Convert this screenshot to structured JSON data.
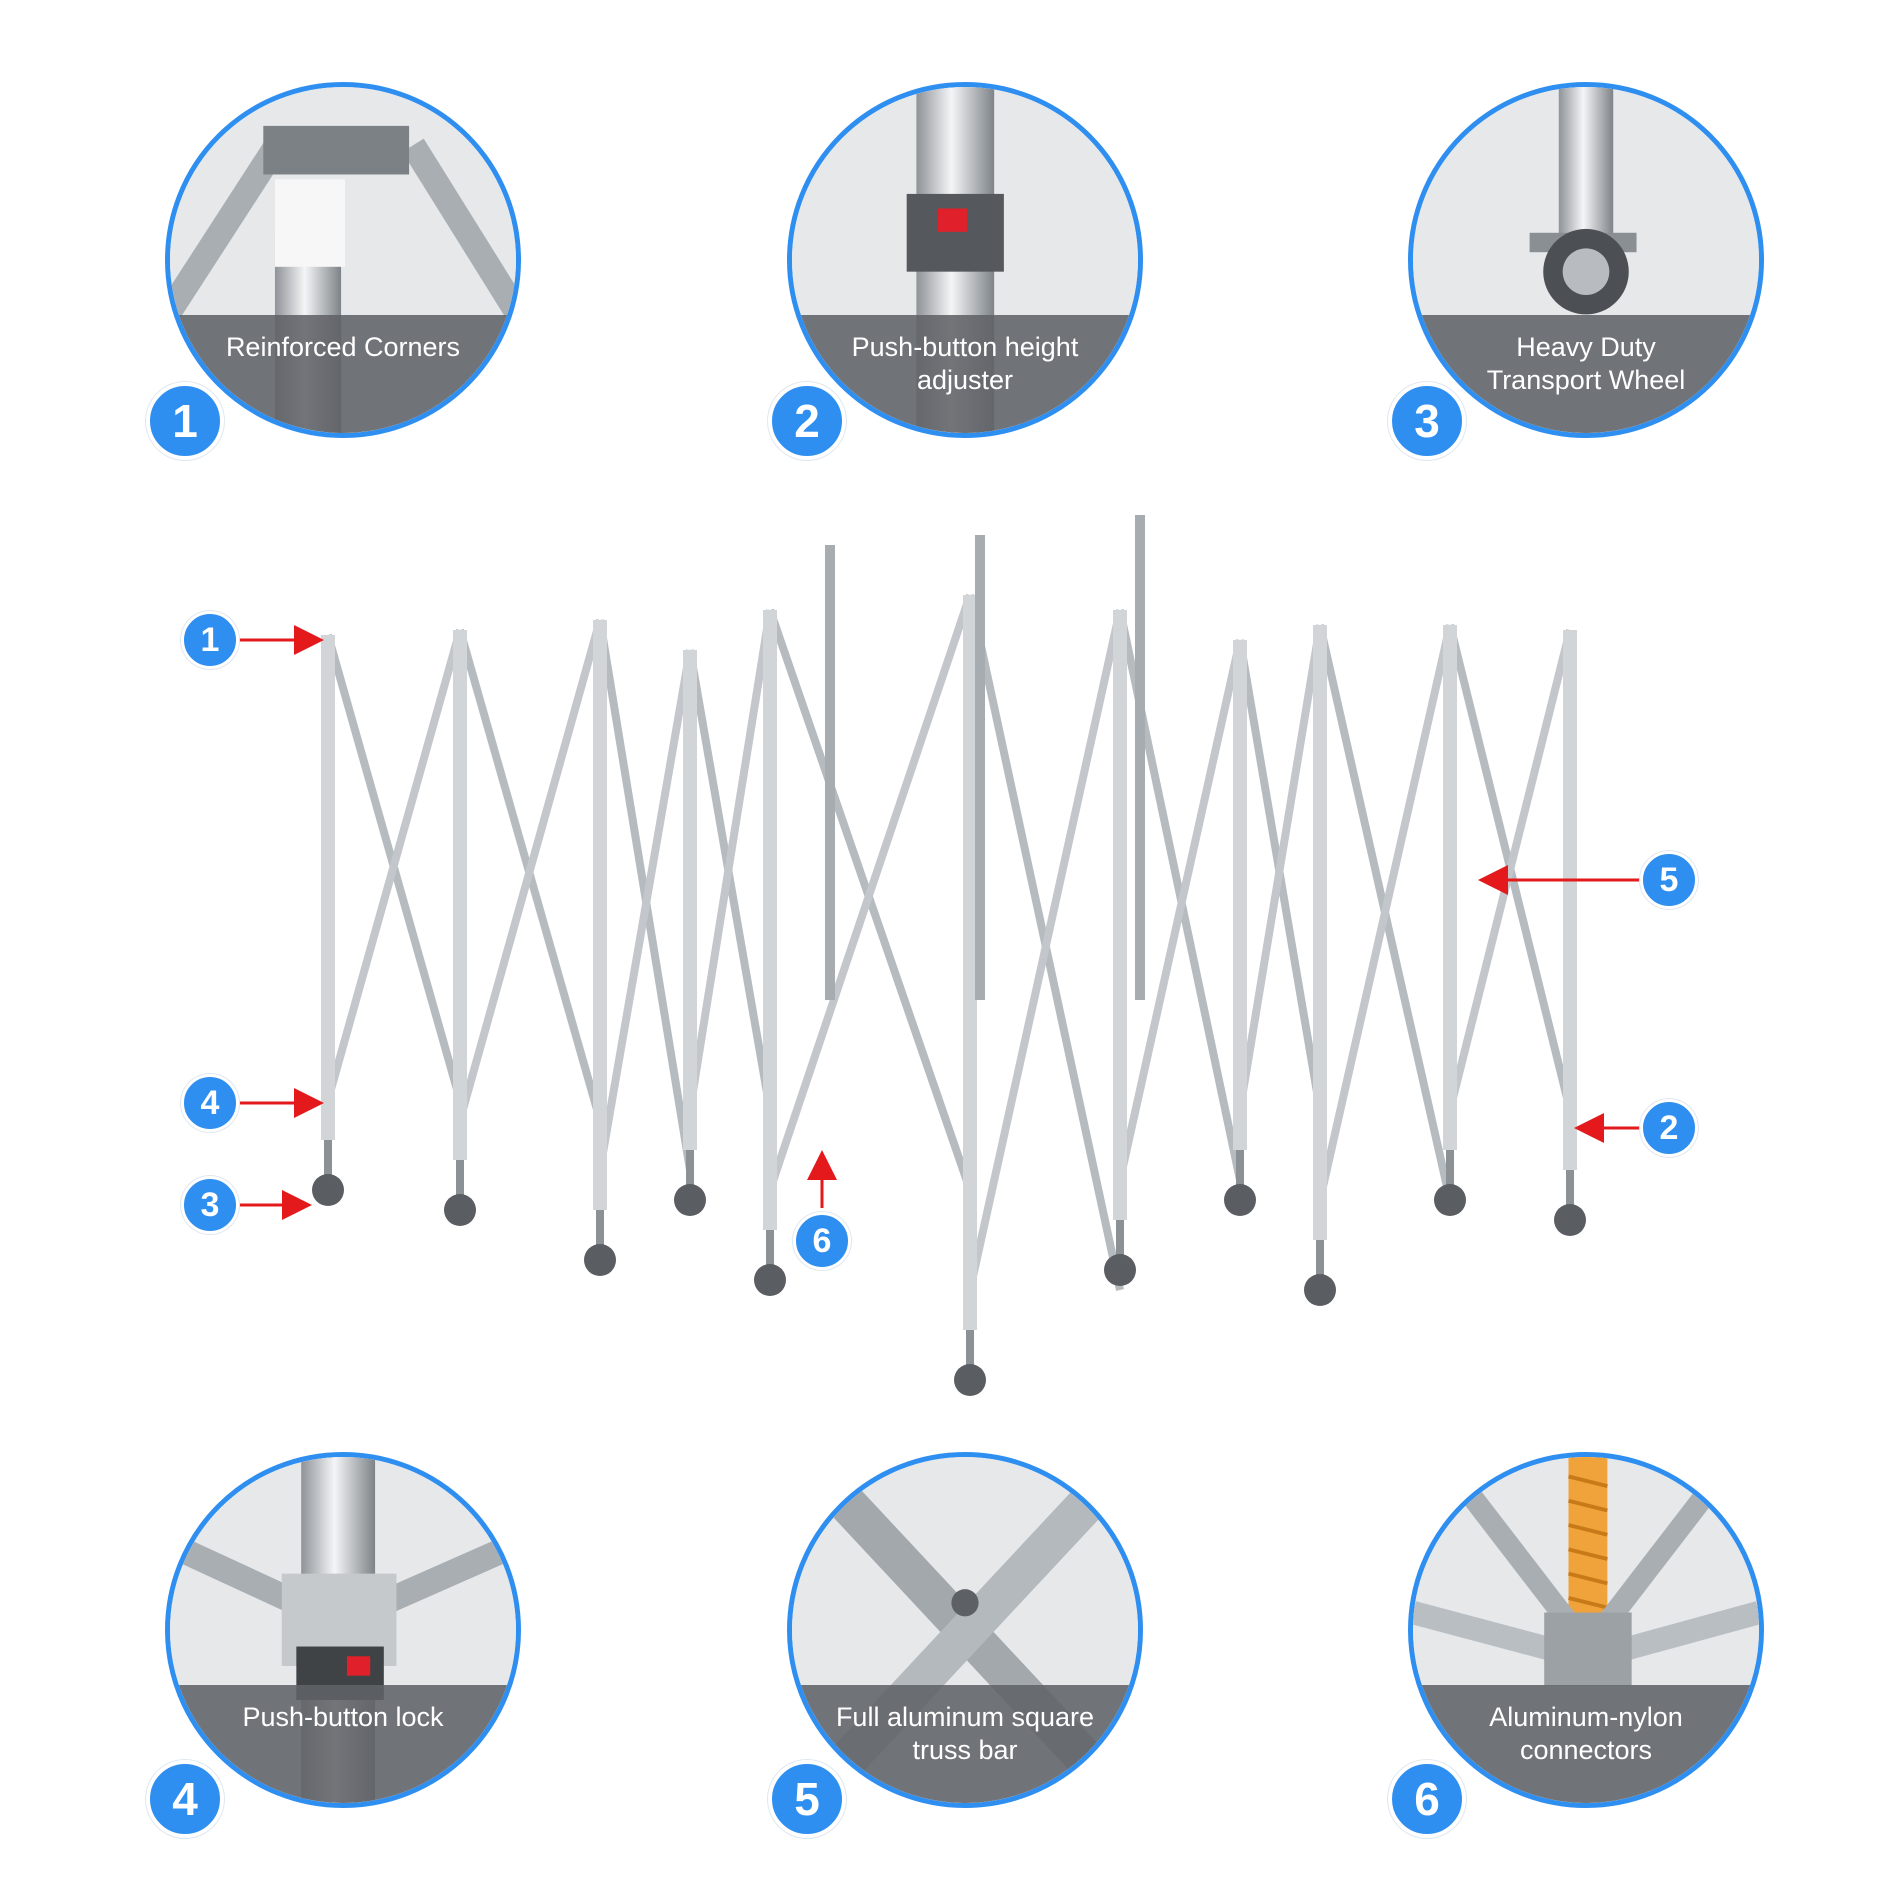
{
  "accent_color": "#2f8ff0",
  "arrow_color": "#e3191b",
  "features": [
    {
      "number": "1",
      "lines": [
        "Reinforced Corners"
      ],
      "icon": "corner-bracket-icon"
    },
    {
      "number": "2",
      "lines": [
        "Push-button height",
        "adjuster"
      ],
      "icon": "height-adjuster-icon"
    },
    {
      "number": "3",
      "lines": [
        "Heavy Duty",
        "Transport Wheel"
      ],
      "icon": "wheel-icon"
    },
    {
      "number": "4",
      "lines": [
        "Push-button lock"
      ],
      "icon": "lock-icon"
    },
    {
      "number": "5",
      "lines": [
        "Full aluminum square",
        "truss bar"
      ],
      "icon": "truss-cross-icon"
    },
    {
      "number": "6",
      "lines": [
        "Aluminum-nylon",
        "connectors"
      ],
      "icon": "connector-spring-icon"
    }
  ],
  "callouts": [
    "1",
    "4",
    "3",
    "6",
    "5",
    "2"
  ]
}
